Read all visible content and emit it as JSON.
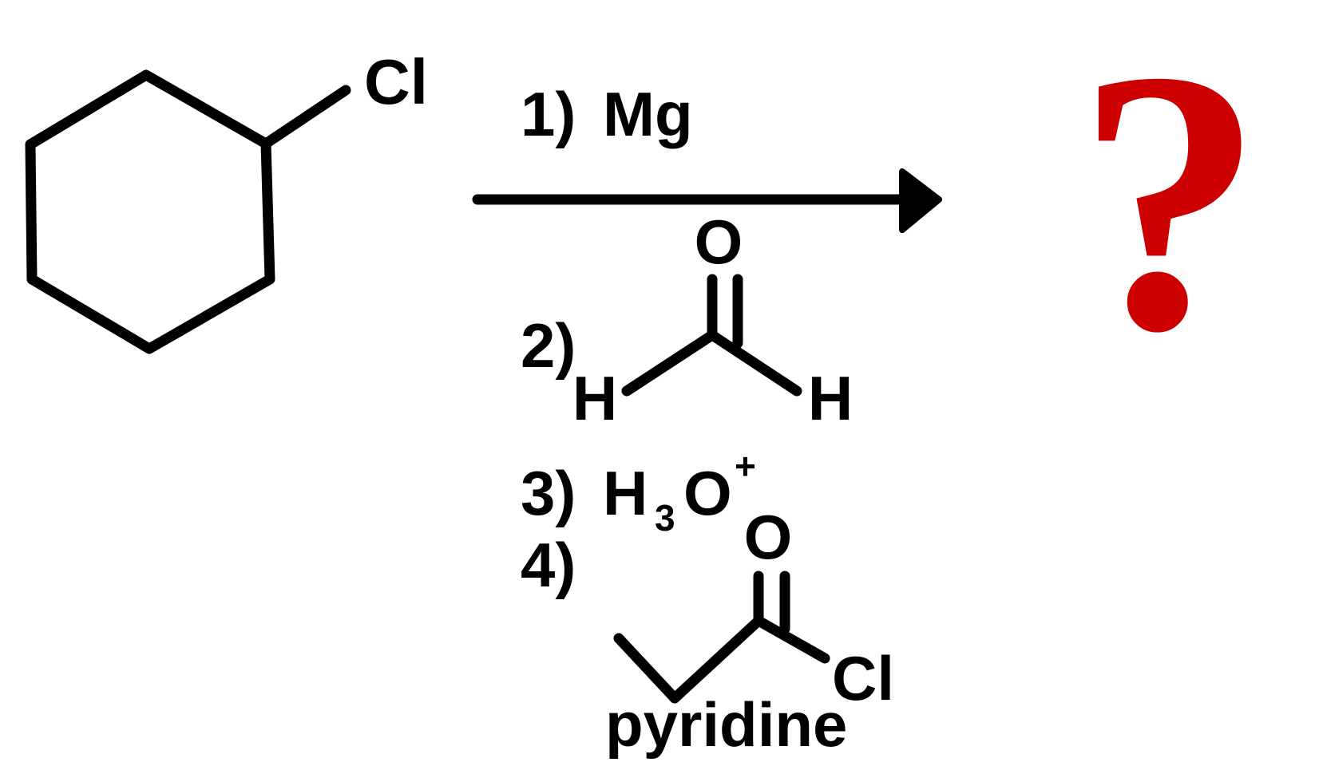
{
  "scheme": {
    "starting_material": {
      "substituent_label": "Cl"
    },
    "steps": [
      {
        "number": "1)",
        "reagent": "Mg"
      },
      {
        "number": "2)",
        "reagent": "",
        "structure": {
          "oxygen": "O",
          "left_atom": "H",
          "right_atom": "H"
        }
      },
      {
        "number": "3)",
        "reagent": "H",
        "subscript": "3",
        "reagent_tail": "O",
        "superscript": "+"
      },
      {
        "number": "4)",
        "reagent": "",
        "structure": {
          "oxygen": "O",
          "halogen": "Cl"
        }
      }
    ],
    "base_label": "pyridine",
    "product": {
      "symbol": "?",
      "color": "#cc0000"
    },
    "ink_color": "#000000"
  }
}
